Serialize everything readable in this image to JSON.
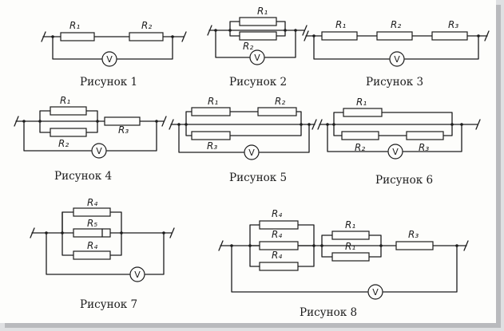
{
  "labels": {
    "r1": "R₁",
    "r2": "R₂",
    "r3": "R₃",
    "r4": "R₄",
    "r5": "R₅",
    "voltmeter": "V"
  },
  "captions": {
    "fig1": "Рисунок 1",
    "fig2": "Рисунок 2",
    "fig3": "Рисунок 3",
    "fig4": "Рисунок 4",
    "fig5": "Рисунок 5",
    "fig6": "Рисунок 6",
    "fig7": "Рисунок 7",
    "fig8": "Рисунок 8"
  }
}
